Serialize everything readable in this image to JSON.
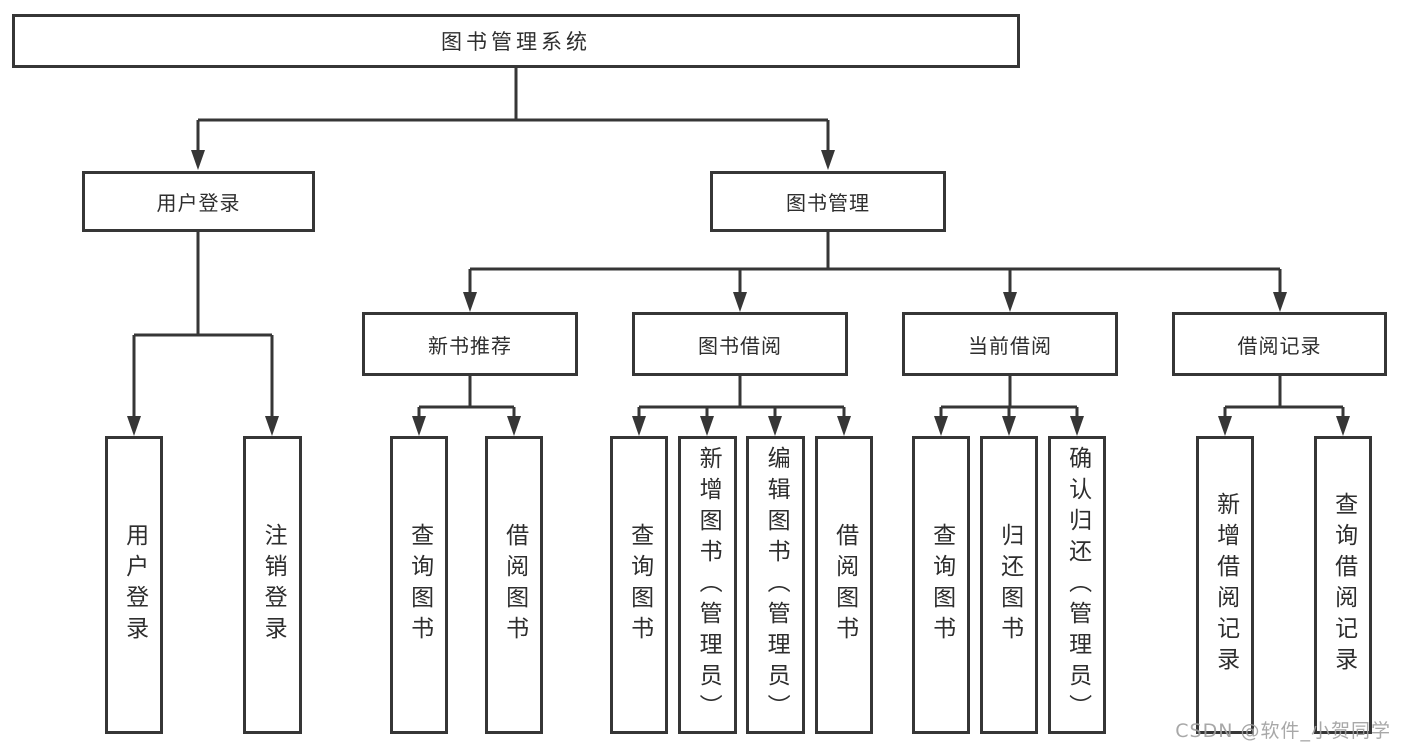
{
  "diagram": {
    "title": "图书管理系统",
    "tree": {
      "root": {
        "label": "图书管理系统"
      },
      "children": [
        {
          "label": "用户登录",
          "children": [
            {
              "label": "用户登录"
            },
            {
              "label": "注销登录"
            }
          ]
        },
        {
          "label": "图书管理",
          "children": [
            {
              "label": "新书推荐",
              "children": [
                {
                  "label": "查询图书"
                },
                {
                  "label": "借阅图书"
                }
              ]
            },
            {
              "label": "图书借阅",
              "children": [
                {
                  "label": "查询图书"
                },
                {
                  "label": "新增图书（管理员）"
                },
                {
                  "label": "编辑图书（管理员）"
                },
                {
                  "label": "借阅图书"
                }
              ]
            },
            {
              "label": "当前借阅",
              "children": [
                {
                  "label": "查询图书"
                },
                {
                  "label": "归还图书"
                },
                {
                  "label": "确认归还（管理员）"
                }
              ]
            },
            {
              "label": "借阅记录",
              "children": [
                {
                  "label": "新增借阅记录"
                },
                {
                  "label": "查询借阅记录"
                }
              ]
            }
          ]
        }
      ]
    },
    "colors": {
      "line": "#363636",
      "text": "#2e2e2e",
      "background": "#ffffff",
      "watermark": "#9e9e9e"
    }
  },
  "watermark": {
    "text": "CSDN @软件_小贺同学"
  }
}
